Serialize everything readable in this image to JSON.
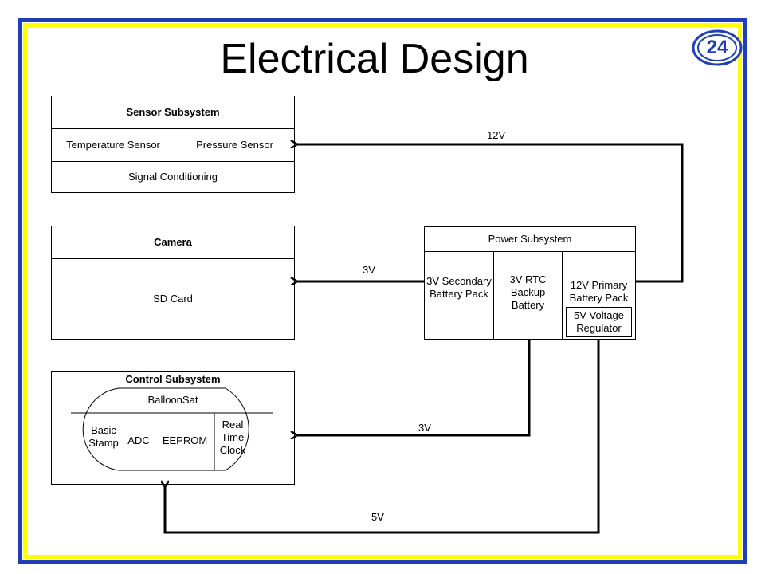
{
  "slide": {
    "title": "Electrical Design",
    "page_number": "24"
  },
  "sensor": {
    "title": "Sensor Subsystem",
    "temperature": "Temperature Sensor",
    "pressure": "Pressure Sensor",
    "conditioning": "Signal Conditioning"
  },
  "camera": {
    "title": "Camera",
    "storage": "SD Card"
  },
  "control": {
    "title": "Control Subsystem",
    "balloonsat": "BalloonSat",
    "basic_stamp": "Basic\nStamp",
    "adc": "ADC",
    "eeprom": "EEPROM",
    "rtc": "Real\nTime\nClock"
  },
  "power": {
    "title": "Power Subsystem",
    "secondary": "3V Secondary\nBattery Pack",
    "rtc_backup": "3V RTC\nBackup\nBattery",
    "primary": "12V Primary\nBattery Pack",
    "regulator": "5V Voltage\nRegulator"
  },
  "connections": {
    "to_sensor": "12V",
    "to_camera": "3V",
    "to_control_3v": "3V",
    "to_control_5v": "5V"
  },
  "colors": {
    "frame_outer": "#1f3fb8",
    "frame_inner": "#ffff00",
    "badge": "#1f3fb8"
  }
}
